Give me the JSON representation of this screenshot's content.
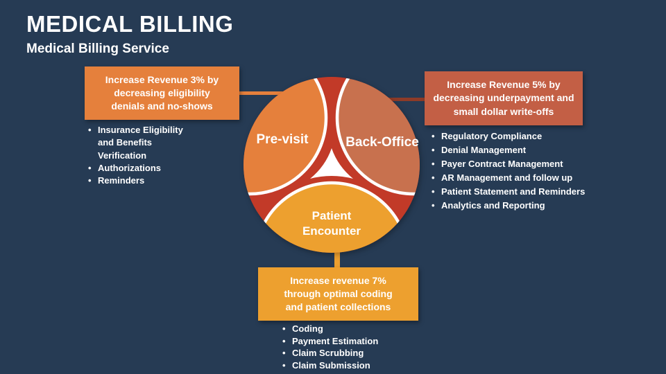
{
  "slide": {
    "title": "MEDICAL BILLING",
    "subtitle": "Medical Billing Service"
  },
  "colors": {
    "background": "#263B54",
    "cycle_base_red": "#C23A28",
    "pre_visit_orange": "#E5803C",
    "back_office_terracotta": "#C8714E",
    "back_office_box": "#C35F45",
    "patient_amber": "#EDA02F",
    "right_connector": "#8E3B28",
    "text": "#FFFFFF"
  },
  "diagram": {
    "segments": [
      {
        "id": "pre-visit",
        "label": "Pre-visit",
        "color": "#E5803C"
      },
      {
        "id": "back-office",
        "label": "Back-Office",
        "color": "#C8714E"
      },
      {
        "id": "patient-encounter",
        "label": "Patient Encounter",
        "label_lines": [
          "Patient",
          "Encounter"
        ],
        "color": "#EDA02F"
      }
    ]
  },
  "callouts": {
    "pre_visit": {
      "text": "Increase Revenue 3% by decreasing eligibility denials and no-shows",
      "items": [
        "Insurance Eligibility and Benefits Verification",
        "Authorizations",
        "Reminders"
      ]
    },
    "back_office": {
      "text": "Increase Revenue 5% by decreasing underpayment and small dollar write-offs",
      "items": [
        "Regulatory Compliance",
        "Denial Management",
        "Payer Contract Management",
        "AR Management and follow up",
        "Patient Statement and Reminders",
        "Analytics and Reporting"
      ]
    },
    "patient_encounter": {
      "text": "Increase revenue 7% through optimal coding and patient collections",
      "items": [
        "Coding",
        "Payment Estimation",
        "Claim Scrubbing",
        "Claim Submission"
      ]
    }
  }
}
